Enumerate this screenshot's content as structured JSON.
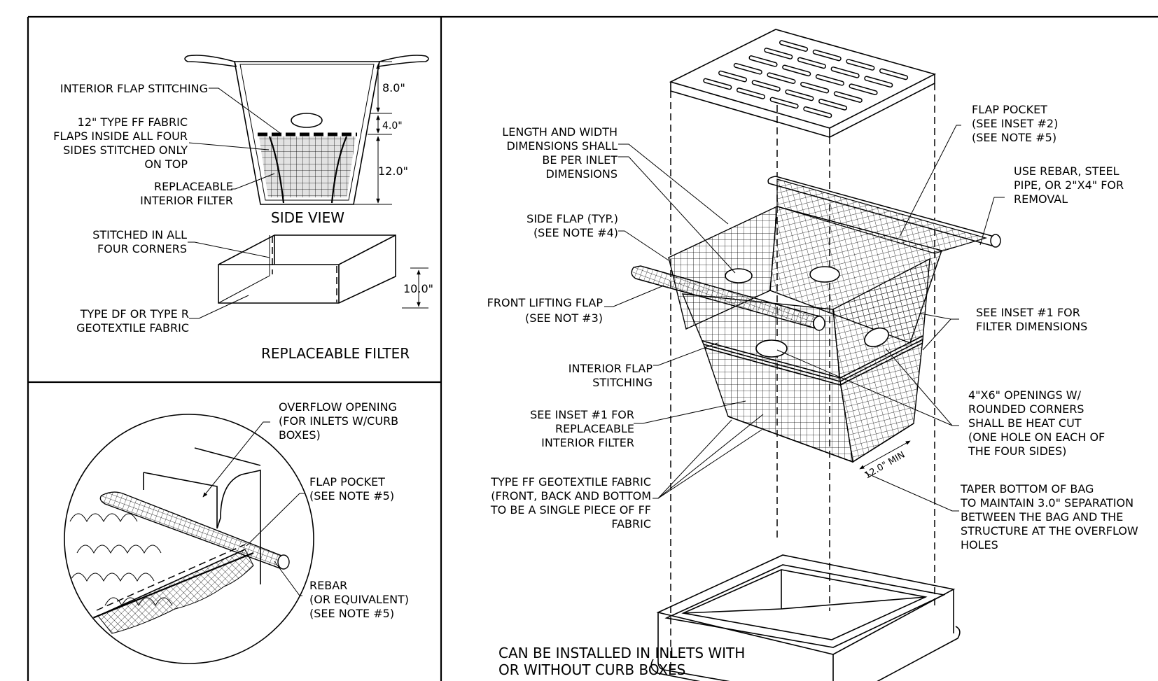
{
  "side_view": {
    "callout_interior_flap_stitching": "INTERIOR FLAP STITCHING",
    "callout_flaps": [
      "12\" TYPE FF FABRIC",
      "FLAPS INSIDE ALL FOUR",
      "SIDES STITCHED ONLY",
      "ON TOP"
    ],
    "callout_replaceable": [
      "REPLACEABLE",
      "INTERIOR FILTER"
    ],
    "dim_top": "8.0\"",
    "dim_mid": "4.0\"",
    "dim_bottom": "12.0\"",
    "title": "SIDE VIEW"
  },
  "replaceable_filter": {
    "callout_stitched": [
      "STITCHED IN ALL",
      "FOUR CORNERS"
    ],
    "callout_fabric": [
      "TYPE DF OR TYPE R",
      "GEOTEXTILE FABRIC"
    ],
    "dim_height": "10.0\"",
    "title": "REPLACEABLE FILTER"
  },
  "inset_detail": {
    "callout_overflow": [
      "OVERFLOW OPENING",
      "(FOR INLETS W/CURB",
      "BOXES)"
    ],
    "callout_flap_pocket": [
      "FLAP POCKET",
      "(SEE NOTE #5)"
    ],
    "callout_rebar": [
      "REBAR",
      "(OR EQUIVALENT)",
      "(SEE NOTE #5)"
    ]
  },
  "main_view": {
    "callout_length_width": [
      "LENGTH AND WIDTH",
      "DIMENSIONS SHALL",
      "BE PER INLET",
      "DIMENSIONS"
    ],
    "callout_side_flap": [
      "SIDE FLAP (TYP.)",
      "(SEE NOTE #4)"
    ],
    "callout_front_flap": [
      "FRONT LIFTING FLAP",
      "(SEE NOT #3)"
    ],
    "callout_interior_stitching": [
      "INTERIOR FLAP",
      "STITCHING"
    ],
    "callout_see_inset_filter": [
      "SEE INSET #1 FOR",
      "REPLACEABLE",
      "INTERIOR FILTER"
    ],
    "callout_type_ff": [
      "TYPE FF GEOTEXTILE FABRIC",
      "(FRONT, BACK AND BOTTOM",
      "TO BE A SINGLE PIECE OF FF",
      "FABRIC"
    ],
    "callout_flap_pocket": [
      "FLAP POCKET",
      "(SEE INSET #2)",
      "(SEE NOTE #5)"
    ],
    "callout_rebar": [
      "USE REBAR, STEEL",
      "PIPE, OR 2\"X4\" FOR",
      "REMOVAL"
    ],
    "callout_see_inset_dims": [
      "SEE INSET #1 FOR",
      "FILTER DIMENSIONS"
    ],
    "callout_openings": [
      "4\"X6\" OPENINGS W/",
      "ROUNDED CORNERS",
      "SHALL BE HEAT CUT",
      "(ONE HOLE ON EACH OF",
      "THE FOUR SIDES)"
    ],
    "callout_taper": [
      "TAPER BOTTOM OF BAG",
      "TO MAINTAIN 3.0\" SEPARATION",
      "BETWEEN THE BAG AND THE",
      "STRUCTURE AT THE OVERFLOW",
      "HOLES"
    ],
    "dim_min": "12.0\" MIN",
    "note_bottom": [
      "CAN BE INSTALLED IN INLETS WITH",
      "OR WITHOUT CURB BOXES"
    ]
  }
}
